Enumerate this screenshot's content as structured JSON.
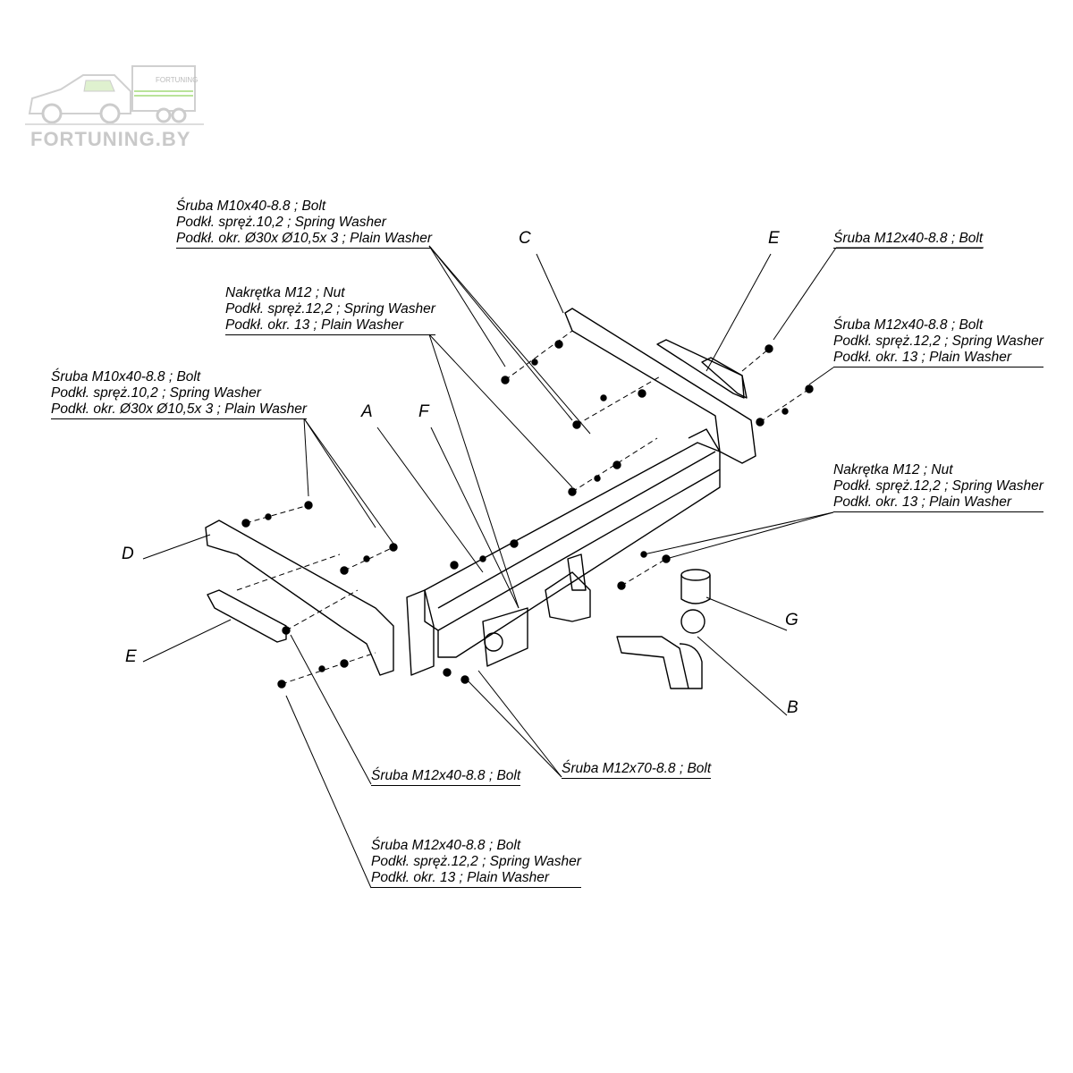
{
  "watermark": {
    "logo_text": "FORTUNING.BY",
    "trailer_text": "FORTUNING",
    "accent_color": "#b9e39a"
  },
  "callouts": [
    {
      "id": "top-left-bolt",
      "lines": [
        "Śruba M10x40-8.8 ;  Bolt",
        "Podkł. spręż.10,2 ; Spring Washer",
        "Podkł. okr.  Ø30x Ø10,5x 3 ; Plain Washer"
      ]
    },
    {
      "id": "center-nut",
      "lines": [
        "Nakrętka  M12 ; Nut",
        "Podkł. spręż.12,2 ; Spring Washer",
        "Podkł. okr. 13 ; Plain Washer"
      ]
    },
    {
      "id": "left-bolt",
      "lines": [
        "Śruba M10x40-8.8 ;  Bolt",
        "Podkł. spręż.10,2 ; Spring Washer",
        "Podkł. okr.  Ø30x Ø10,5x 3 ; Plain Washer"
      ]
    },
    {
      "id": "top-right-bolt",
      "lines": [
        "Śruba M12x40-8.8 ;  Bolt"
      ]
    },
    {
      "id": "right-bolt",
      "lines": [
        "Śruba M12x40-8.8 ;  Bolt",
        "Podkł. spręż.12,2 ; Spring Washer",
        "Podkł. okr. 13 ; Plain Washer"
      ]
    },
    {
      "id": "right-nut",
      "lines": [
        "Nakrętka  M12 ; Nut",
        "Podkł. spręż.12,2 ; Spring Washer",
        "Podkł. okr. 13 ; Plain Washer"
      ]
    },
    {
      "id": "bottom-bolt-m12x40",
      "lines": [
        "Śruba M12x40-8.8 ;  Bolt"
      ]
    },
    {
      "id": "bottom-bolt-m12x70",
      "lines": [
        "Śruba M12x70-8.8 ;  Bolt"
      ]
    },
    {
      "id": "bottom-bolt-set",
      "lines": [
        "Śruba M12x40-8.8 ;  Bolt",
        "Podkł. spręż.12,2 ; Spring Washer",
        "Podkł. okr. 13 ; Plain Washer"
      ]
    }
  ],
  "part_letters": {
    "C": "C",
    "E1": "E",
    "A": "A",
    "F": "F",
    "D": "D",
    "E2": "E",
    "G": "G",
    "B": "B"
  }
}
